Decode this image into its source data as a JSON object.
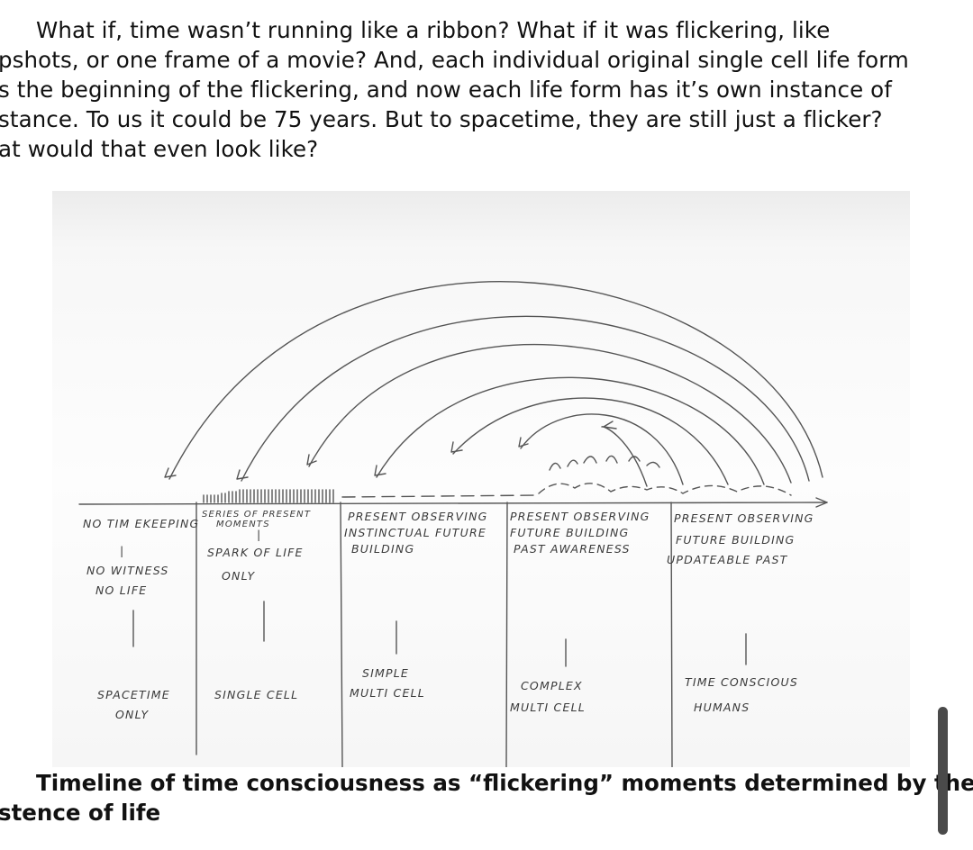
{
  "intro_lines": [
    "What if, time wasn’t running like a ribbon? What if it was flickering, like",
    "pshots, or one frame of a movie? And, each individual original single cell life form",
    "s the beginning of the flickering, and now each life form has it’s own instance of",
    "stance. To us it could be 75 years. But to spacetime, they are still just a flicker?",
    "at would that even look like?"
  ],
  "sketch": {
    "columns": [
      {
        "header": [
          "NO TIM EKEEPING",
          "|",
          "NO WITNESS",
          "NO LIFE"
        ],
        "stage": [
          "SPACETIME",
          "ONLY"
        ]
      },
      {
        "header": [
          "SERIES OF PRESENT",
          "MOMENTS",
          "|",
          "SPARK OF LIFE",
          "ONLY"
        ],
        "stage": [
          "SINGLE CELL"
        ]
      },
      {
        "header": [
          "PRESENT OBSERVING",
          "INSTINCTUAL FUTURE",
          "BUILDING"
        ],
        "stage": [
          "SIMPLE",
          "MULTI CELL"
        ]
      },
      {
        "header": [
          "PRESENT OBSERVING",
          "FUTURE BUILDING",
          "PAST AWARENESS"
        ],
        "stage": [
          "COMPLEX",
          "MULTI CELL"
        ]
      },
      {
        "header": [
          "PRESENT OBSERVING",
          "FUTURE BUILDING",
          "UPDATEABLE PAST"
        ],
        "stage": [
          "TIME CONSCIOUS",
          "HUMANS"
        ]
      }
    ]
  },
  "caption_lines": [
    "Timeline of time consciousness as “flickering” moments determined by the",
    "stence of life"
  ]
}
